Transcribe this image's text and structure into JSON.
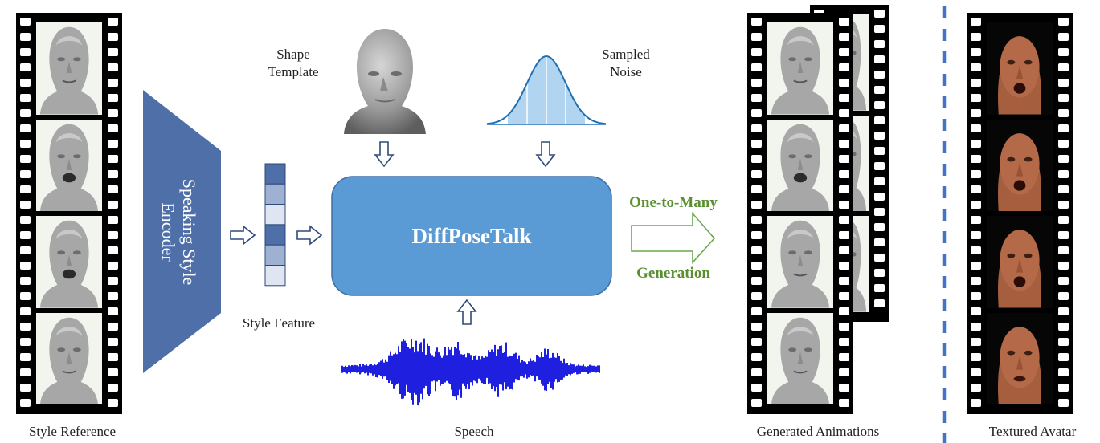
{
  "labels": {
    "style_reference": "Style Reference",
    "speaking_style_encoder": "Speaking Style Encoder",
    "style_feature": "Style Feature",
    "shape_template": "Shape Template",
    "sampled_noise": "Sampled Noise",
    "diffposetalk": "DiffPoseTalk",
    "one_to_many": "One-to-Many",
    "generation": "Generation",
    "speech": "Speech",
    "generated_animations": "Generated Animations",
    "textured_avatar": "Textured Avatar"
  },
  "colors": {
    "encoder": "#4e6fa8",
    "core_box": "#5b9bd5",
    "core_box_border": "#3e6fa8",
    "feature_cells": [
      "#4e6fa8",
      "#9fb1d3",
      "#dfe6f1",
      "#4e6fa8",
      "#9fb1d3",
      "#dfe6f1"
    ],
    "one_to_many_text": "#5a8f32",
    "arrow_green": "#6aa84f",
    "arrow_outline": "#2f4a7a",
    "waveform": "#1f1fe0",
    "bell_fill": "#a9d0ee",
    "bell_line": "#1f6fb5",
    "divider": "#4472c4",
    "film": "#000000"
  },
  "icons": {
    "film_strip": "film-strip-icon",
    "face_mesh": "face-mesh-icon",
    "textured_face": "textured-face-icon",
    "bell_curve": "gaussian-curve-icon",
    "waveform": "speech-waveform-icon"
  }
}
